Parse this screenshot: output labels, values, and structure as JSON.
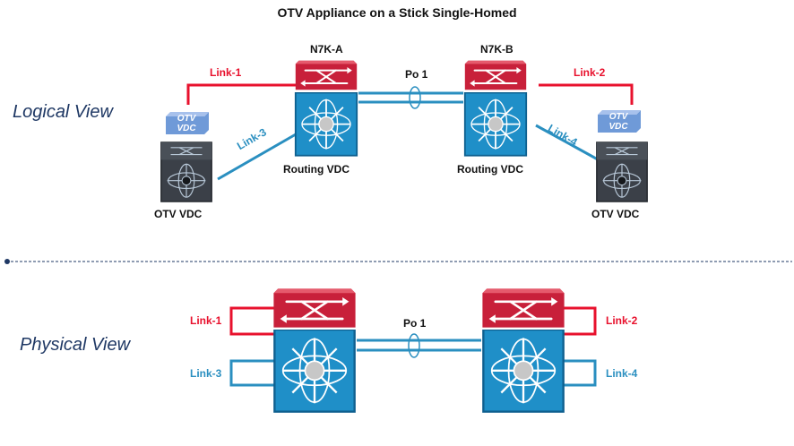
{
  "title": "OTV Appliance on a Stick Single-Homed",
  "logical": {
    "view_label": "Logical View",
    "switch_a": {
      "name": "N7K-A",
      "vdc": "Routing VDC"
    },
    "switch_b": {
      "name": "N7K-B",
      "vdc": "Routing VDC"
    },
    "port_channel": "Po 1",
    "otv_left": {
      "tag_line1": "OTV",
      "tag_line2": "VDC",
      "label": "OTV VDC"
    },
    "otv_right": {
      "tag_line1": "OTV",
      "tag_line2": "VDC",
      "label": "OTV VDC"
    },
    "links": {
      "link1": "Link-1",
      "link2": "Link-2",
      "link3": "Link-3",
      "link4": "Link-4"
    }
  },
  "physical": {
    "view_label": "Physical View",
    "port_channel": "Po 1",
    "links": {
      "link1": "Link-1",
      "link2": "Link-2",
      "link3": "Link-3",
      "link4": "Link-4"
    }
  },
  "colors": {
    "red_link": "#e8112d",
    "blue_link": "#2a8fc0",
    "switch_red": "#c8203a",
    "switch_blue": "#1f8fc8",
    "otv_box": "#6f9ad8",
    "otv_switch": "#3b4048"
  }
}
